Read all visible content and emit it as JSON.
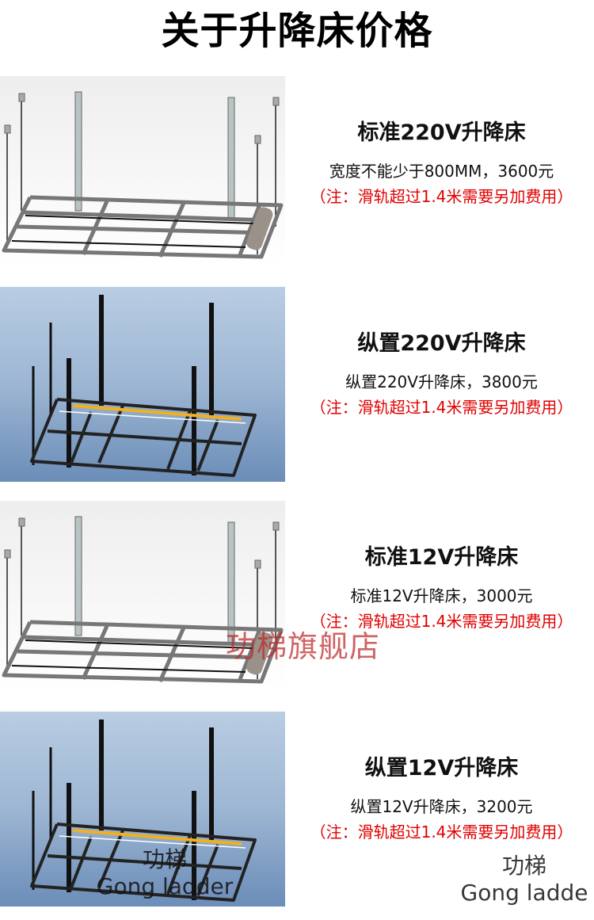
{
  "page": {
    "title": "关于升降床价格"
  },
  "products": [
    {
      "name": "标准220V升降床",
      "description": "宽度不能少于800MM，3600元",
      "price": "3600元",
      "note": "（注：滑轨超过1.4米需要另加费用）",
      "image": "standard-bed-frame-gray-render"
    },
    {
      "name": "纵置220V升降床",
      "description": "纵置220V升降床，3800元",
      "price": "3800元",
      "note": "（注：滑轨超过1.4米需要另加费用）",
      "image": "vertical-bed-frame-blue-render"
    },
    {
      "name": "标准12V升降床",
      "description": "标准12V升降床，3000元",
      "price": "3000元",
      "note": "（注：滑轨超过1.4米需要另加费用）",
      "image": "standard-bed-frame-gray-render"
    },
    {
      "name": "纵置12V升降床",
      "description": "纵置12V升降床，3200元",
      "price": "3200元",
      "note": "（注：滑轨超过1.4米需要另加费用）",
      "image": "vertical-bed-frame-blue-render"
    }
  ],
  "watermarks": {
    "store": "功梯旗舰店",
    "brand_cn": "功梯",
    "brand_en_full": "Gong ladder",
    "brand_en_cut": "Gong ladde"
  },
  "colors": {
    "title": "#000000",
    "text": "#111111",
    "note_red": "#e00000",
    "bg_blue_top": "#b9cde3",
    "bg_blue_bottom": "#6b8db8",
    "rail_yellow": "#f0b020"
  }
}
